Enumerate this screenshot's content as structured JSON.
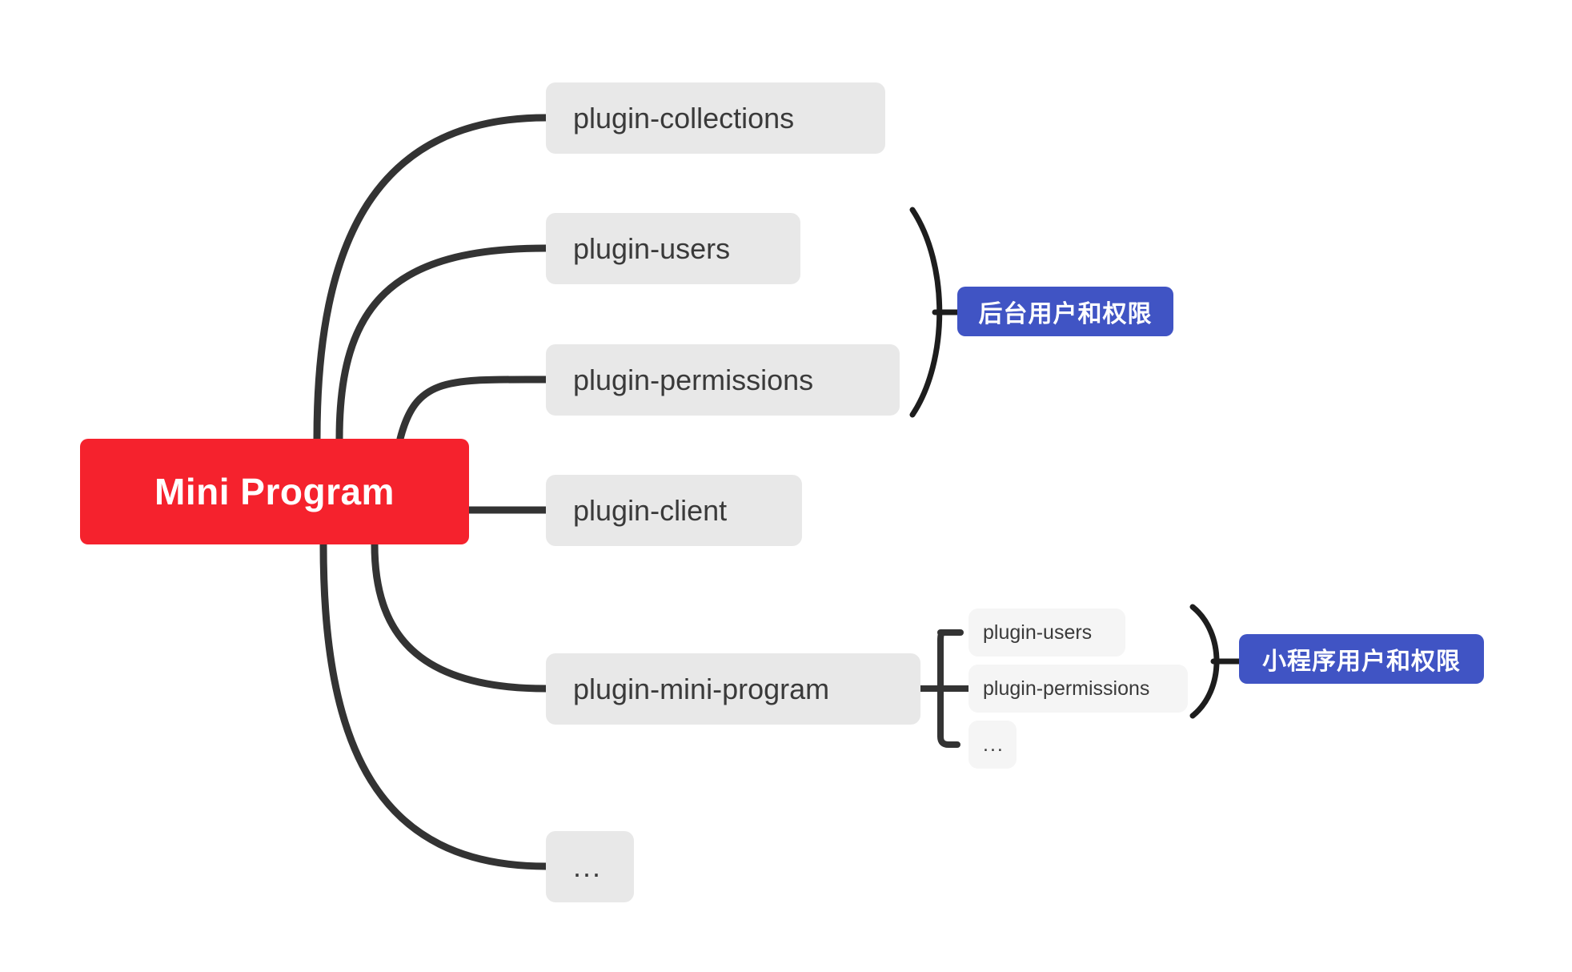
{
  "diagram": {
    "type": "mindmap",
    "title": "Mini Program plugin structure",
    "colors": {
      "root_fill": "#f5222d",
      "root_text": "#ffffff",
      "node_fill": "#e8e8e8",
      "subnode_fill": "#f5f5f5",
      "node_text": "#3a3a3a",
      "badge_fill": "#4054c4",
      "badge_text": "#ffffff",
      "edge_stroke": "#333333",
      "background": "#ffffff"
    }
  },
  "root": {
    "label": "Mini Program"
  },
  "branches": [
    {
      "label": "plugin-collections"
    },
    {
      "label": "plugin-users"
    },
    {
      "label": "plugin-permissions"
    },
    {
      "label": "plugin-client"
    },
    {
      "label": "plugin-mini-program"
    },
    {
      "label": "..."
    }
  ],
  "sub_branches": [
    {
      "label": "plugin-users"
    },
    {
      "label": "plugin-permissions"
    },
    {
      "label": "..."
    }
  ],
  "badges": [
    {
      "label": "后台用户和权限"
    },
    {
      "label": "小程序用户和权限"
    }
  ]
}
